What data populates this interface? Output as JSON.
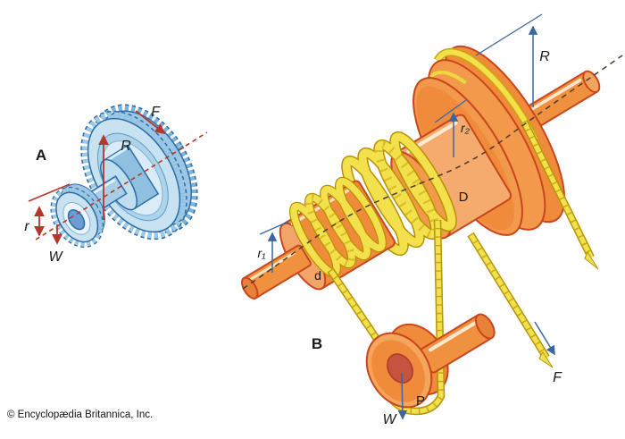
{
  "figure": {
    "footer": "© Encyclopædia Britannica, Inc.",
    "panel_a": {
      "label": "A",
      "wheel_radius": "R",
      "axle_radius": "r",
      "force": "F",
      "weight": "W"
    },
    "panel_b": {
      "label": "B",
      "wheel_radius": "R",
      "drum_small_radius": "r₁",
      "drum_large_radius": "r₂",
      "drum_large": "D",
      "drum_small": "d",
      "pulley": "P",
      "force": "F",
      "weight": "W"
    },
    "colors": {
      "gear_fill": "#C8E2F2",
      "gear_edge": "#2A6DA5",
      "orange": "#EF8B3B",
      "orange_edge": "#C9461C",
      "rope": "#F2E14C",
      "red_arrow": "#B3382C",
      "blue_arrow": "#3A67A0"
    }
  }
}
